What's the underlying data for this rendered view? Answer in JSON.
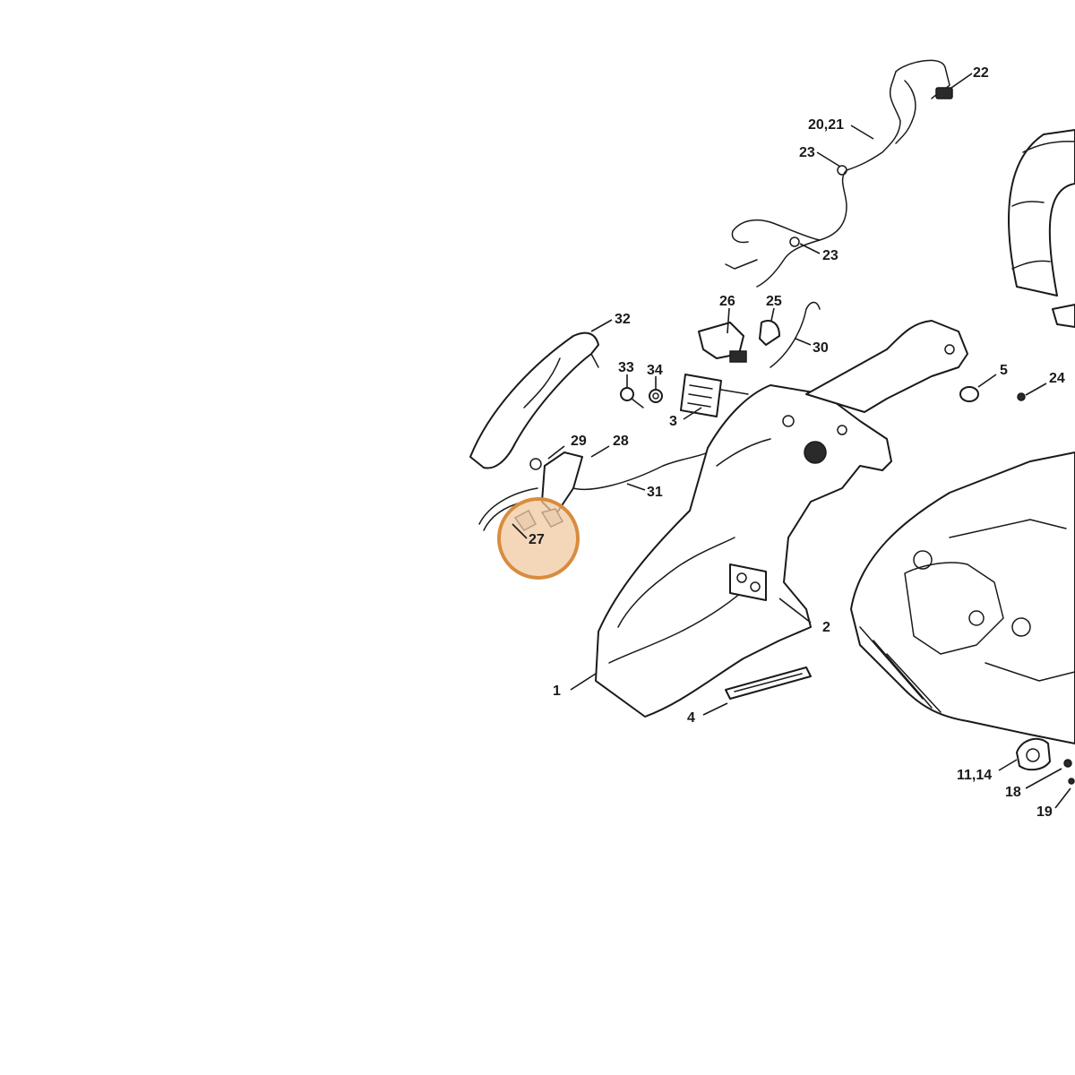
{
  "highlight_color": "#d98c3f",
  "highlight_fill": "#f0c9a0",
  "callouts": [
    {
      "id": "c1",
      "label": "1"
    },
    {
      "id": "c2",
      "label": "2"
    },
    {
      "id": "c3",
      "label": "3"
    },
    {
      "id": "c4",
      "label": "4"
    },
    {
      "id": "c5",
      "label": "5"
    },
    {
      "id": "c11_14",
      "label": "11,14"
    },
    {
      "id": "c18",
      "label": "18"
    },
    {
      "id": "c19",
      "label": "19"
    },
    {
      "id": "c20_21",
      "label": "20,21"
    },
    {
      "id": "c22",
      "label": "22"
    },
    {
      "id": "c23a",
      "label": "23"
    },
    {
      "id": "c23b",
      "label": "23"
    },
    {
      "id": "c24",
      "label": "24"
    },
    {
      "id": "c25",
      "label": "25"
    },
    {
      "id": "c26",
      "label": "26"
    },
    {
      "id": "c27",
      "label": "27"
    },
    {
      "id": "c28",
      "label": "28"
    },
    {
      "id": "c29",
      "label": "29"
    },
    {
      "id": "c30",
      "label": "30"
    },
    {
      "id": "c31",
      "label": "31"
    },
    {
      "id": "c32",
      "label": "32"
    },
    {
      "id": "c33",
      "label": "33"
    },
    {
      "id": "c34",
      "label": "34"
    }
  ],
  "highlighted_part": "27"
}
